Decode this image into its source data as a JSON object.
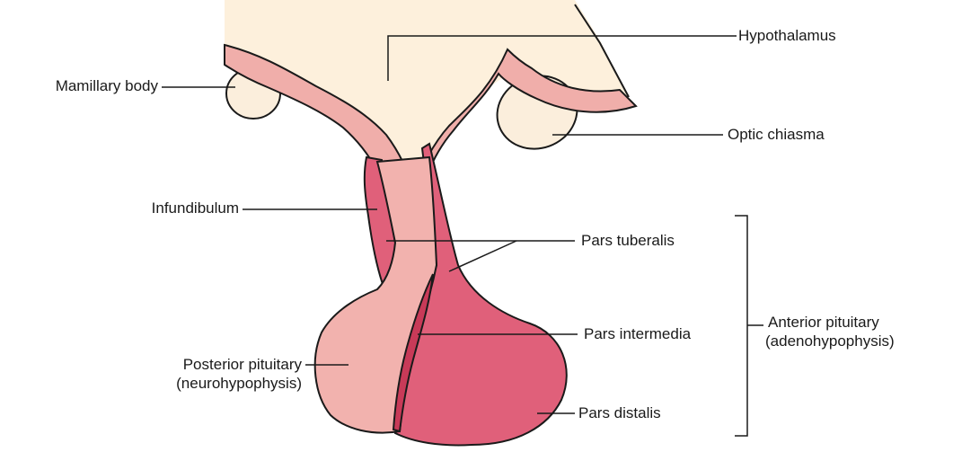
{
  "colors": {
    "hypothalamus": "#fdf0dc",
    "stalk": "#f0aeaa",
    "posterior": "#f2b2ae",
    "anterior": "#e0607a",
    "intermedia": "#c83a58",
    "outline": "#1a1a1a"
  },
  "labels": {
    "hypothalamus": "Hypothalamus",
    "mamillary_body": "Mamillary body",
    "optic_chiasma": "Optic chiasma",
    "infundibulum": "Infundibulum",
    "pars_tuberalis": "Pars tuberalis",
    "pars_intermedia": "Pars intermedia",
    "pars_distalis": "Pars distalis",
    "posterior_line1": "Posterior pituitary",
    "posterior_line2": "(neurohypophysis)",
    "anterior_line1": "Anterior pituitary",
    "anterior_line2": "(adenohypophysis)"
  }
}
